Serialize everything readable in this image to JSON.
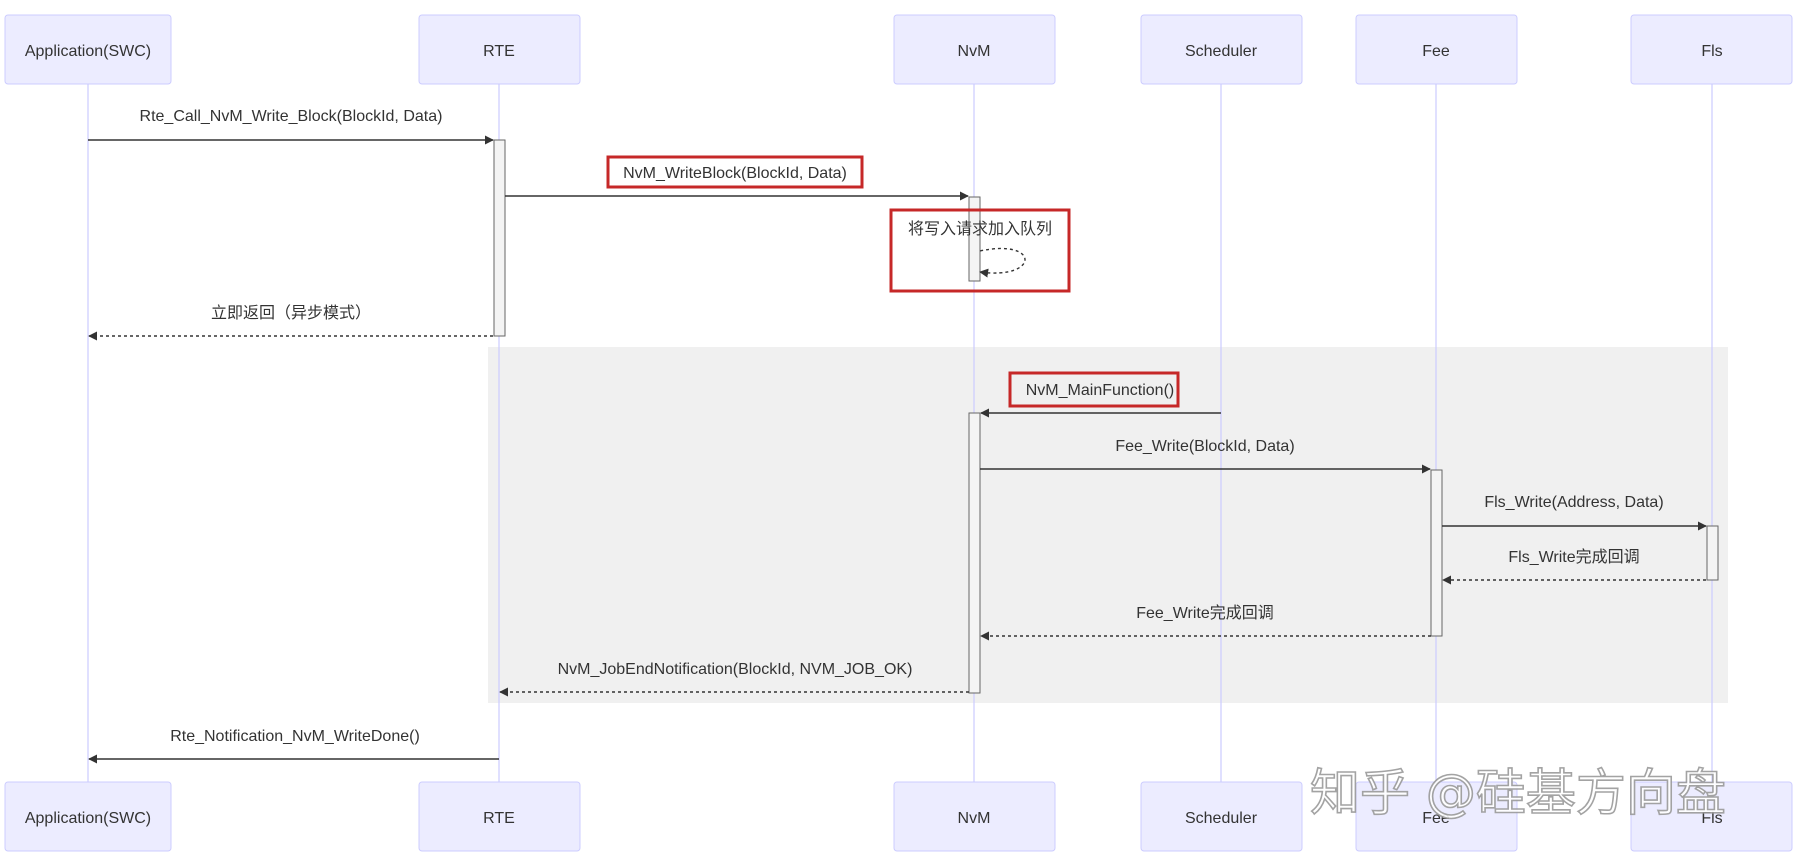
{
  "actors": [
    {
      "id": "app",
      "label": "Application(SWC)"
    },
    {
      "id": "rte",
      "label": "RTE"
    },
    {
      "id": "nvm",
      "label": "NvM"
    },
    {
      "id": "sch",
      "label": "Scheduler"
    },
    {
      "id": "fee",
      "label": "Fee"
    },
    {
      "id": "fls",
      "label": "Fls"
    }
  ],
  "messages": [
    {
      "id": "m1",
      "label": "Rte_Call_NvM_Write_Block(BlockId, Data)"
    },
    {
      "id": "m2",
      "label": "NvM_WriteBlock(BlockId, Data)"
    },
    {
      "id": "m3",
      "label": "将写入请求加入队列"
    },
    {
      "id": "m4",
      "label": "立即返回（异步模式）"
    },
    {
      "id": "m5",
      "label": "NvM_MainFunction()"
    },
    {
      "id": "m6",
      "label": "Fee_Write(BlockId, Data)"
    },
    {
      "id": "m7",
      "label": "Fls_Write(Address, Data)"
    },
    {
      "id": "m8",
      "label": "Fls_Write完成回调"
    },
    {
      "id": "m9",
      "label": "Fee_Write完成回调"
    },
    {
      "id": "m10",
      "label": "NvM_JobEndNotification(BlockId, NVM_JOB_OK)"
    },
    {
      "id": "m11",
      "label": "Rte_Notification_NvM_WriteDone()"
    }
  ],
  "watermark": "知乎 @硅基方向盘",
  "colors": {
    "actor_fill": "#ECECFF",
    "actor_border": "#CCCCFF",
    "lifeline": "#CCCCFF",
    "loop_background": "#F0F0F0",
    "highlight": "#C62828",
    "arrow": "#333333"
  }
}
